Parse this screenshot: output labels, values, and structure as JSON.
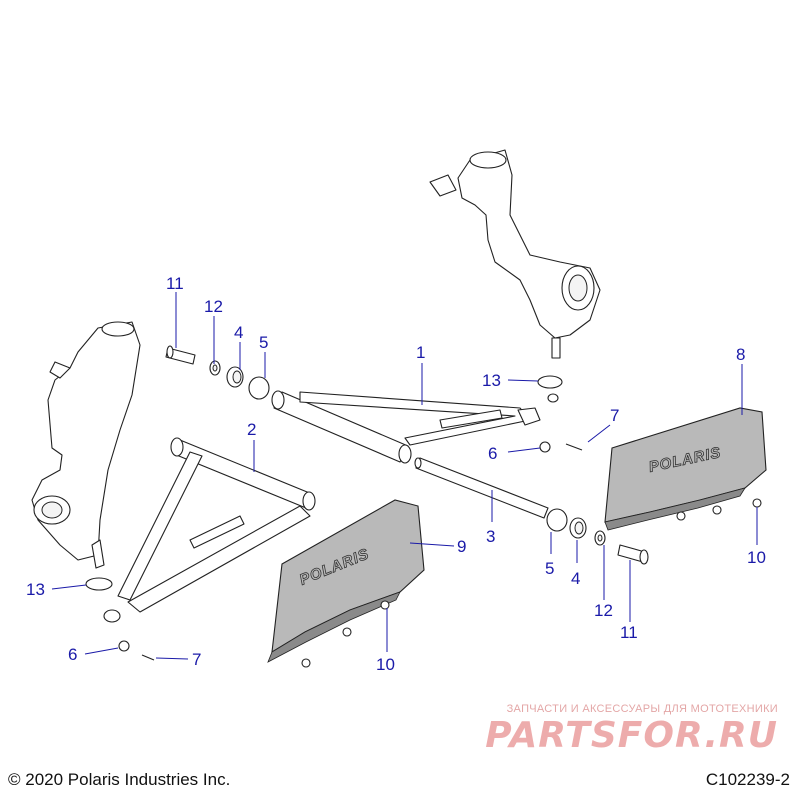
{
  "callouts": [
    {
      "id": "c1",
      "label": "1"
    },
    {
      "id": "c2",
      "label": "2"
    },
    {
      "id": "c3",
      "label": "3"
    },
    {
      "id": "c4a",
      "label": "4"
    },
    {
      "id": "c4b",
      "label": "4"
    },
    {
      "id": "c5a",
      "label": "5"
    },
    {
      "id": "c5b",
      "label": "5"
    },
    {
      "id": "c6a",
      "label": "6"
    },
    {
      "id": "c6b",
      "label": "6"
    },
    {
      "id": "c7a",
      "label": "7"
    },
    {
      "id": "c7b",
      "label": "7"
    },
    {
      "id": "c8",
      "label": "8"
    },
    {
      "id": "c9",
      "label": "9"
    },
    {
      "id": "c10a",
      "label": "10"
    },
    {
      "id": "c10b",
      "label": "10"
    },
    {
      "id": "c11a",
      "label": "11"
    },
    {
      "id": "c11b",
      "label": "11"
    },
    {
      "id": "c12a",
      "label": "12"
    },
    {
      "id": "c12b",
      "label": "12"
    },
    {
      "id": "c13a",
      "label": "13"
    },
    {
      "id": "c13b",
      "label": "13"
    }
  ],
  "guard_logo": "POLARIS",
  "footer": {
    "copyright": "© 2020 Polaris Industries Inc.",
    "figure_id": "C102239-2"
  },
  "watermark": {
    "tagline": "ЗАПЧАСТИ И АКСЕССУАРЫ ДЛЯ МОТОТЕХНИКИ",
    "brand": "PARTSFOR.RU"
  },
  "colors": {
    "callout": "#1a1aa8",
    "guard_fill": "#b9b9b9",
    "watermark": "#d94a4a"
  }
}
